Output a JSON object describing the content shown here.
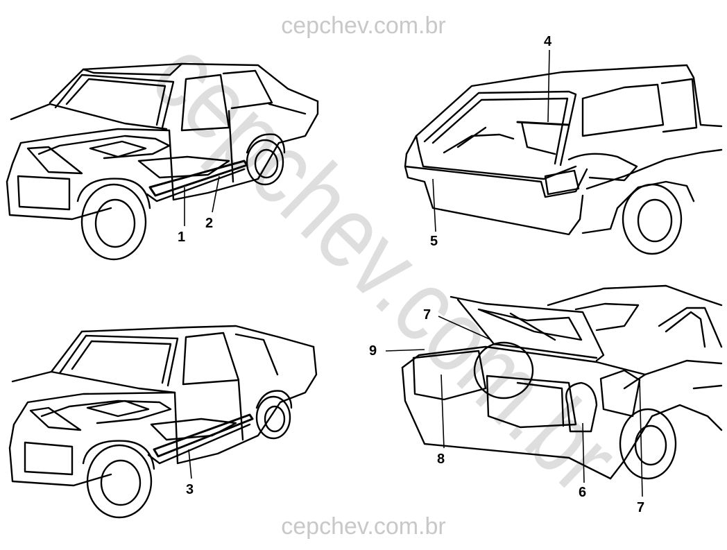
{
  "watermark": {
    "top": "cepchev.com.br",
    "bottom": "cepchev.com.br",
    "diagonal": "cepchev.com.br"
  },
  "callouts": {
    "c1": "1",
    "c2": "2",
    "c3": "3",
    "c4": "4",
    "c5": "5",
    "c6": "6",
    "c7a": "7",
    "c7b": "7",
    "c8": "8",
    "c9": "9"
  },
  "views": [
    {
      "name": "sedan-four-door",
      "callouts": [
        "1",
        "2"
      ]
    },
    {
      "name": "station-wagon-rear",
      "callouts": [
        "4",
        "5"
      ]
    },
    {
      "name": "coupe-two-door",
      "callouts": [
        "3"
      ]
    },
    {
      "name": "coupe-trunk-open",
      "callouts": [
        "6",
        "7",
        "8",
        "9"
      ]
    }
  ]
}
